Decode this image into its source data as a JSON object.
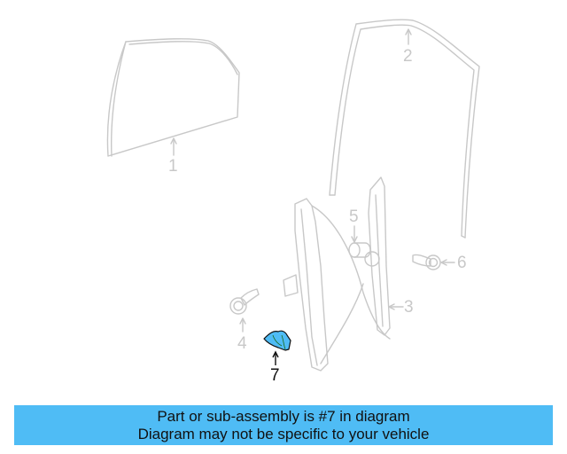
{
  "diagram": {
    "subject": "Front door window glass & regulator parts diagram",
    "highlighted_part": "7",
    "highlight_color": "#4fbcf5",
    "line_color": "#c8c8c8",
    "parts": [
      {
        "number": "1",
        "name": "door-glass"
      },
      {
        "number": "2",
        "name": "glass-run-channel"
      },
      {
        "number": "3",
        "name": "window-regulator"
      },
      {
        "number": "4",
        "name": "regulator-bolt"
      },
      {
        "number": "5",
        "name": "regulator-motor-bushing"
      },
      {
        "number": "6",
        "name": "regulator-bolt"
      },
      {
        "number": "7",
        "name": "highlighted-clip"
      }
    ]
  },
  "banner": {
    "line1": "Part or sub-assembly is #7 in diagram",
    "line2": "Diagram may not be specific to your vehicle",
    "background": "#4fbcf5"
  }
}
